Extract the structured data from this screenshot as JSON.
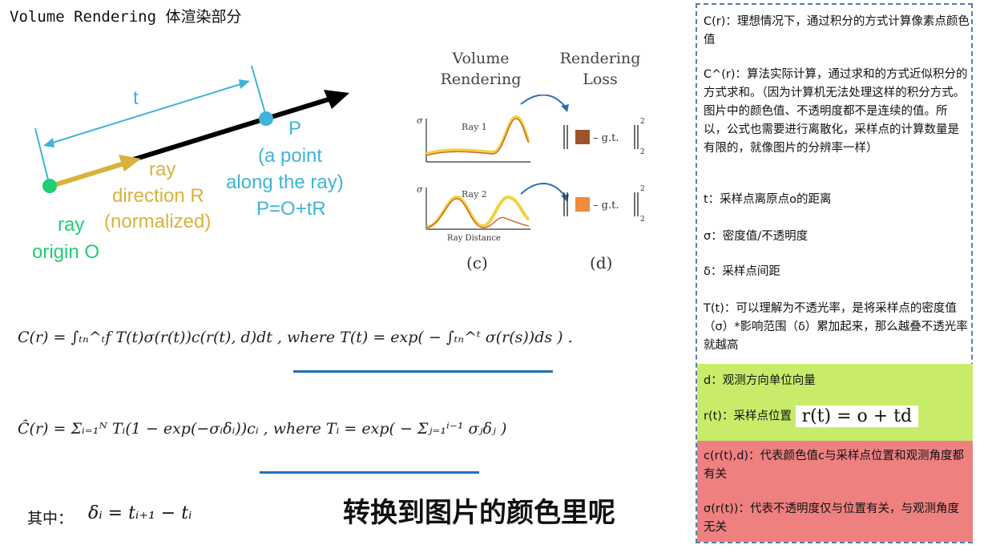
{
  "title": "Volume Rendering 体渲染部分",
  "ray_diagram": {
    "t_label": "t",
    "ray_label": "ray",
    "direction_label": "direction R",
    "normalized_label": "(normalized)",
    "p_label": "P",
    "a_point_label": "(a point",
    "along_label": "along the ray)",
    "p_eq_label": "P=O+tR",
    "origin_ray_label": "ray",
    "origin_label": "origin O",
    "colors": {
      "cyan": "#3fb4d8",
      "gold": "#d9b23c",
      "green": "#1fcf74",
      "black": "#000000"
    }
  },
  "figure": {
    "head_c_line1": "Volume",
    "head_c_line2": "Rendering",
    "head_d_line1": "Rendering",
    "head_d_line2": "Loss",
    "ray1": "Ray 1",
    "ray2": "Ray 2",
    "ray_distance": "Ray Distance",
    "sigma": "σ",
    "gt": "g.t.",
    "sup2": "2",
    "sub2": "2",
    "label_c": "(c)",
    "label_d": "(d)",
    "color_box1": "#a0522d",
    "color_box2": "#f08c3c"
  },
  "equations": {
    "eq1": "C(r) = ∫ₜₙ^ₜf T(t)σ(r(t))c(r(t), d)dt ,  where T(t) = exp( − ∫ₜₙ^ᵗ σ(r(s))ds ) .",
    "eq2": "Ĉ(r) = Σᵢ₌₁ᴺ Tᵢ(1 − exp(−σᵢδᵢ))cᵢ ,  where Tᵢ = exp( − Σⱼ₌₁ⁱ⁻¹ σⱼδⱼ )",
    "qizhong": "其中：",
    "delta_eq": "δᵢ = tᵢ₊₁ − tᵢ"
  },
  "big_note": "转换到图片的颜色里呢",
  "notes": {
    "n1": "C(r)：理想情况下，通过积分的方式计算像素点颜色值",
    "n2": "C^(r)：算法实际计算，通过求和的方式近似积分的方式求和。（因为计算机无法处理这样的积分方式。图片中的颜色值、不透明度都不是连续的值。所以，公式也需要进行离散化，采样点的计算数量是有限的，就像图片的分辨率一样）",
    "n3": "t：采样点离原点o的距离",
    "n4": "σ：密度值/不透明度",
    "n5": "δ：采样点间距",
    "n6": "T(t)：可以理解为不透光率，是将采样点的密度值（σ）*影响范围（δ）累加起来，那么越叠不透光率就越高",
    "n7": "d：观测方向单位向量",
    "n8": "r(t)：采样点位置",
    "n8_eq": "r(t) = o + td",
    "n9": "c(r(t),d)：代表颜色值c与采样点位置和观测角度都有关",
    "n10": "σ(r(t))：代表不透明度仅与位置有关，与观测角度无关",
    "green_color": "#c8ec6a",
    "red_color": "#ee8080"
  }
}
